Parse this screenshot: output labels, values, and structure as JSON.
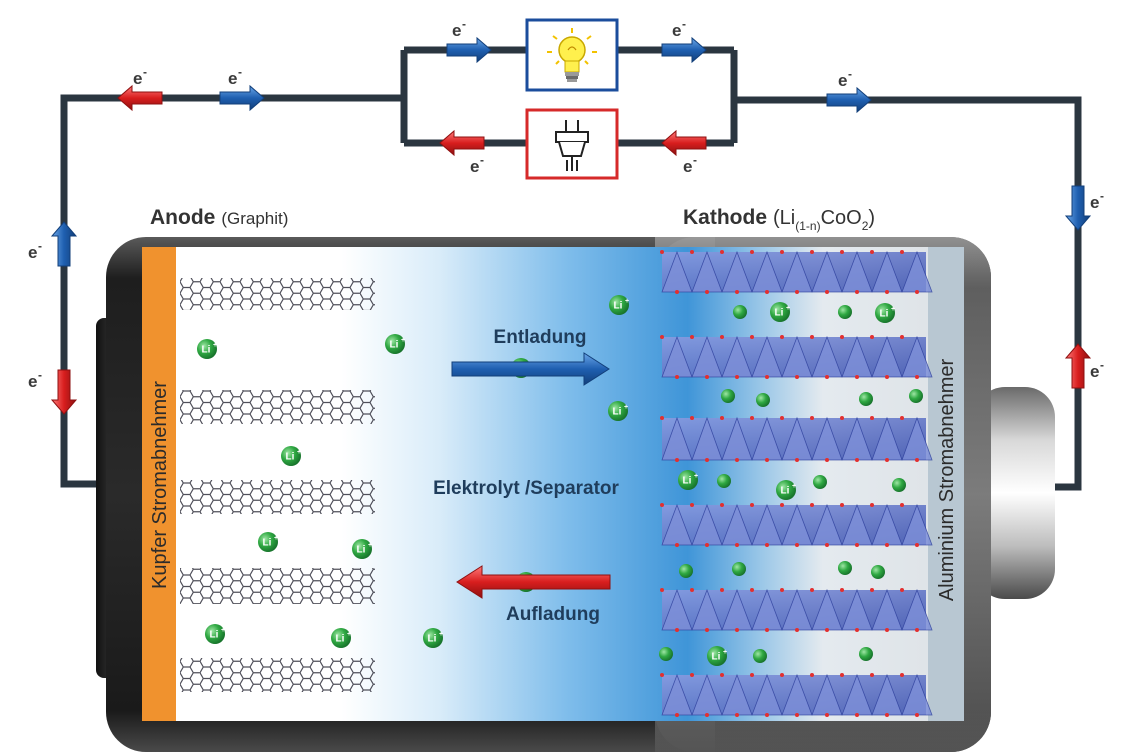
{
  "anode": {
    "title": "Anode",
    "material": "(Graphit)"
  },
  "cathode": {
    "title": "Kathode",
    "formula_open": "(Li",
    "formula_sub1": "(1-n)",
    "formula_mid": "CoO",
    "formula_sub2": "2",
    "formula_close": ")"
  },
  "electrolyte_label": "Elektrolyt /Separator",
  "discharge_label": "Entladung",
  "charge_label": "Aufladung",
  "left_collector_label": "Kupfer Stromabnehmer",
  "right_collector_label": "Aluminium Stromabnehmer",
  "electron_label": "e",
  "electron_charge": "-",
  "ion_label": "Li",
  "ion_charge": "+",
  "icons": {
    "lamp": "light-bulb-icon",
    "plug": "power-plug-icon"
  },
  "colors": {
    "discharge_arrow": "#1f5fb0",
    "charge_arrow": "#d81e1e",
    "copper_collector": "#f0922e",
    "aluminium_collector": "#b8c7d2",
    "electrolyte": "#3f95d8",
    "lithium_ion": "#2fa842",
    "cathode_crystal": "#5a6fc4",
    "lamp_box": "#1b4d9c",
    "plug_box": "#d62a2a"
  }
}
